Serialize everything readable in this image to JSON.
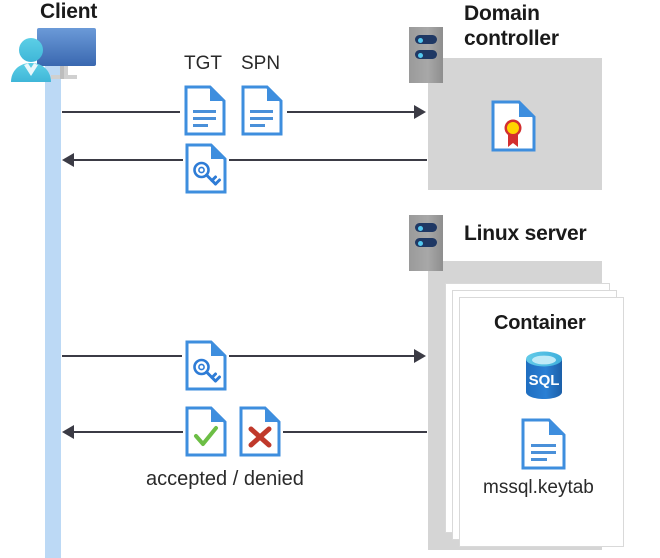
{
  "diagram": {
    "title_client": "Client",
    "title_domain_controller_line1": "Domain",
    "title_domain_controller_line2": "controller",
    "title_linux_server": "Linux server",
    "title_container": "Container",
    "label_tgt": "TGT",
    "label_spn": "SPN",
    "label_keytab": "mssql.keytab",
    "label_accepted_denied": "accepted / denied",
    "label_sql": "SQL"
  },
  "icons": {
    "client": "client-workstation-icon",
    "server_dc": "server-rack-icon",
    "server_linux": "server-rack-icon",
    "certificate": "certificate-document-icon",
    "tgt_doc": "text-document-icon",
    "spn_doc": "text-document-icon",
    "key_doc_1": "key-document-icon",
    "key_doc_2": "key-document-icon",
    "accepted_doc": "checkmark-document-icon",
    "denied_doc": "cross-document-icon",
    "sql_db": "sql-database-icon",
    "keytab_doc": "text-document-icon"
  },
  "flows": [
    {
      "name": "client-to-dc-request",
      "direction": "right",
      "label": "TGT SPN"
    },
    {
      "name": "dc-to-client-ticket",
      "direction": "left",
      "label": ""
    },
    {
      "name": "client-to-linux-ticket",
      "direction": "right",
      "label": ""
    },
    {
      "name": "linux-to-client-result",
      "direction": "left",
      "label": "accepted / denied"
    }
  ],
  "colors": {
    "lifeline": "#bcd9f5",
    "zone_gray": "#d5d5d5",
    "line": "#3b3b45",
    "doc_blue": "#3e8ede",
    "doc_fold_blue": "#2e7cd6",
    "sql_blue": "#1b6ec2",
    "accent_green": "#6cbe45",
    "accent_red": "#c0392b",
    "cert_red": "#d32f2f",
    "cert_gold": "#ffd400",
    "rack_navy": "#1f3864",
    "rack_led": "#53c8f0",
    "monitor_blue_top": "#5b8fd0",
    "monitor_blue_bottom": "#3f6fb5",
    "person_cyan": "#4ec3e0",
    "text_dark": "#1a1a1a"
  }
}
